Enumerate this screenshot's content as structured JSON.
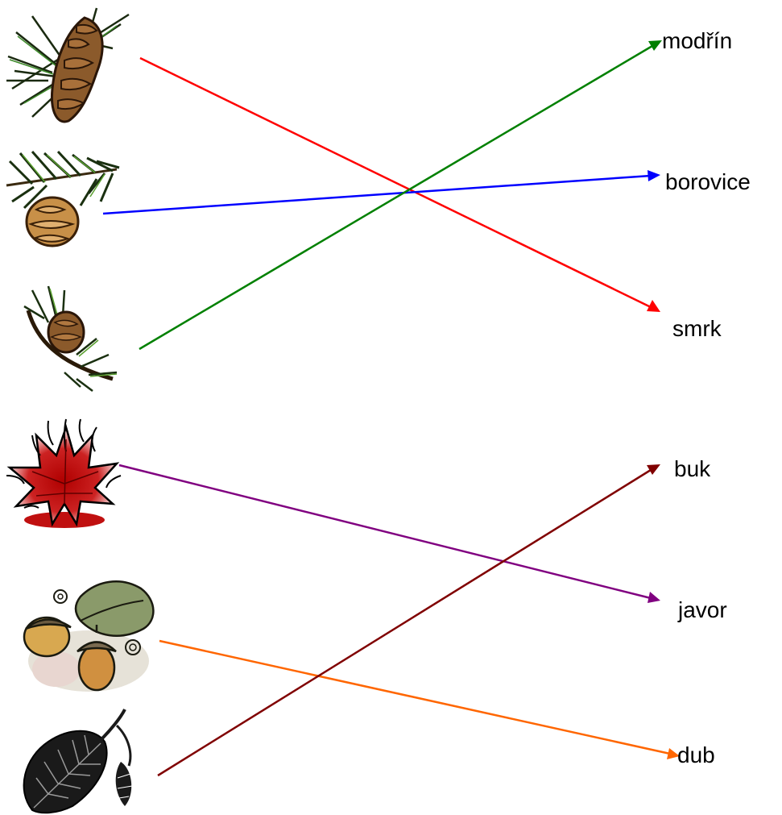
{
  "words": [
    {
      "id": "modrin",
      "text": "modřín"
    },
    {
      "id": "borovice",
      "text": "borovice"
    },
    {
      "id": "smrk",
      "text": "smrk"
    },
    {
      "id": "buk",
      "text": "buk"
    },
    {
      "id": "javor",
      "text": "javor"
    },
    {
      "id": "dub",
      "text": "dub"
    }
  ],
  "pictures": [
    {
      "id": "long-cone-sprig",
      "icon": "long-spruce-cone-icon"
    },
    {
      "id": "pine-sprig",
      "icon": "pine-cone-sprig-icon"
    },
    {
      "id": "larch-sprig",
      "icon": "larch-cone-sprig-icon"
    },
    {
      "id": "maple-leaf",
      "icon": "maple-leaf-icon"
    },
    {
      "id": "acorns",
      "icon": "acorns-oak-leaf-icon"
    },
    {
      "id": "beech-leaf",
      "icon": "beech-leaf-icon"
    }
  ],
  "connections": [
    {
      "from": "long-cone-sprig",
      "to": "smrk",
      "color": "#ff0000"
    },
    {
      "from": "pine-sprig",
      "to": "borovice",
      "color": "#0000ff"
    },
    {
      "from": "larch-sprig",
      "to": "modrin",
      "color": "#008000"
    },
    {
      "from": "maple-leaf",
      "to": "javor",
      "color": "#800080"
    },
    {
      "from": "acorns",
      "to": "dub",
      "color": "#ff6600"
    },
    {
      "from": "beech-leaf",
      "to": "buk",
      "color": "#800000"
    }
  ]
}
